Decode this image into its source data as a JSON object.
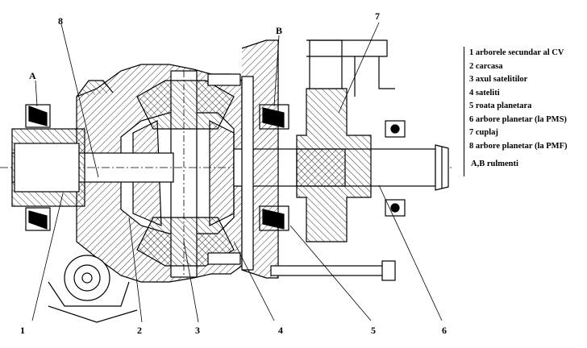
{
  "legend": {
    "items": [
      "1 arborele secundar al CV",
      "2 carcasa",
      "3 axul satelitilor",
      "4 sateliti",
      "5 roata planetara",
      "6 arbore planetar (la PMS)",
      "7 cuplaj",
      "8 arbore planetar (la PMF)"
    ],
    "bearings": "A,B rulmenti"
  },
  "callouts": {
    "n1": "1",
    "n2": "2",
    "n3": "3",
    "n4": "4",
    "n5": "5",
    "n6": "6",
    "n7": "7",
    "n8": "8",
    "A": "A",
    "B": "B"
  },
  "colors": {
    "ink": "#000000",
    "paper": "#ffffff"
  }
}
